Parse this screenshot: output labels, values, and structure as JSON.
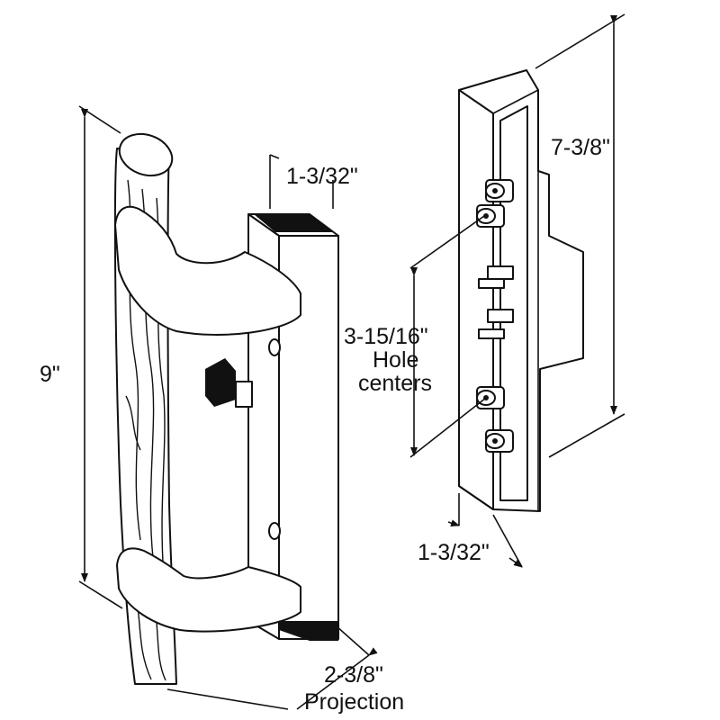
{
  "dimensions": {
    "overall_height": "9\"",
    "top_width": "1-3/32\"",
    "mount_height": "7-3/8\"",
    "hole_centers_value": "3-15/16\"",
    "hole_centers_line1": "Hole",
    "hole_centers_line2": "centers",
    "mount_width": "1-3/32\"",
    "projection_value": "2-3/8\"",
    "projection_label": "Projection"
  },
  "colors": {
    "line": "#111111",
    "fill": "#ffffff",
    "dark": "#111111"
  }
}
